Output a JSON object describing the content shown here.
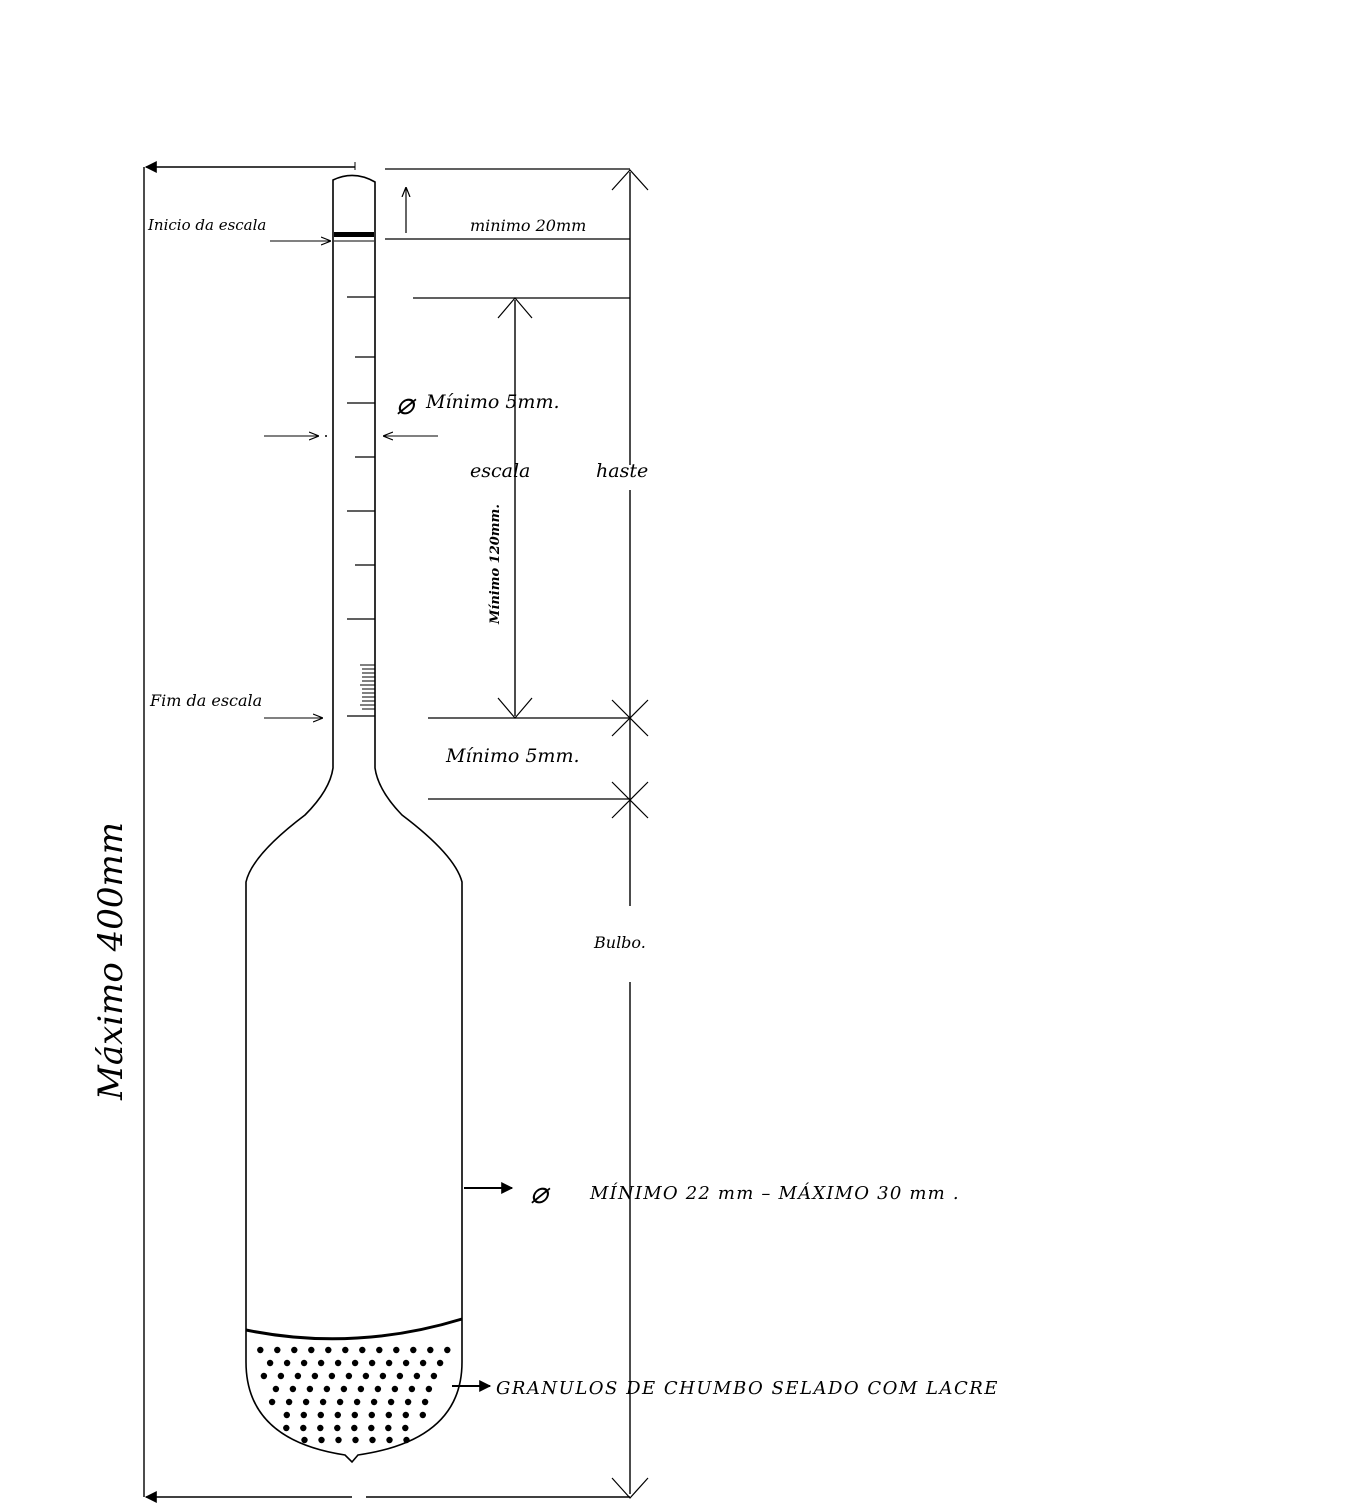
{
  "labels": {
    "inicio_escala": "Inicio da escala",
    "fim_escala": "Fim da escala",
    "minimo_20mm": "minimo 20mm",
    "diametro_haste": "Mínimo 5mm.",
    "escala": "escala",
    "haste": "haste",
    "minimo_120mm": "Mínimo 120mm.",
    "minimo_5mm": "Mínimo 5mm.",
    "bulbo": "Bulbo.",
    "maximo_400mm": "Máximo 400mm",
    "diametro_bulbo": "MÍNIMO 22 mm – MÁXIMO 30 mm .",
    "granulos": "GRANULOS DE CHUMBO SELADO COM LACRE"
  },
  "symbols": {
    "diameter": "⌀"
  },
  "colors": {
    "ink": "#000000",
    "paper": "#ffffff"
  }
}
